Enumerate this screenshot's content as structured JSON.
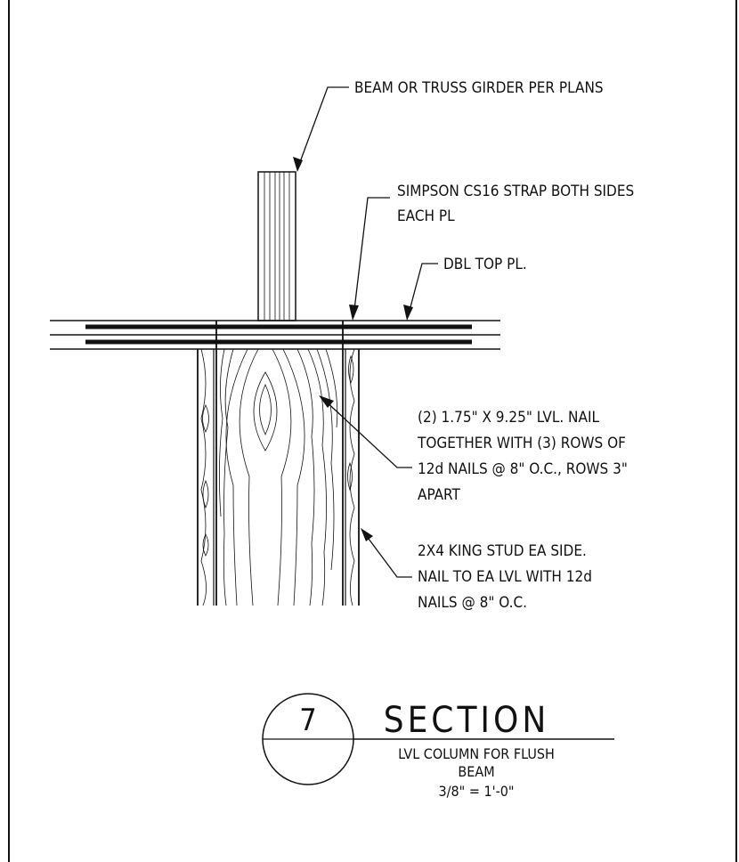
{
  "notes": {
    "beam": "BEAM OR TRUSS GIRDER PER PLANS",
    "strap_line1": "SIMPSON CS16 STRAP BOTH SIDES",
    "strap_line2": "EACH PL",
    "top_plate": "DBL TOP PL.",
    "lvl_line1": "(2) 1.75\" X 9.25\" LVL. NAIL",
    "lvl_line2": "TOGETHER WITH (3) ROWS OF",
    "lvl_line3": "12d NAILS @ 8\" O.C., ROWS 3\"",
    "lvl_line4": "APART",
    "stud_line1": "2X4 KING STUD EA SIDE.",
    "stud_line2": "NAIL TO EA LVL WITH 12d",
    "stud_line3": "NAILS @ 8\" O.C."
  },
  "title_block": {
    "detail_number": "7",
    "title": "SECTION",
    "subtitle_line1": "LVL COLUMN FOR FLUSH",
    "subtitle_line2": "BEAM",
    "scale": "3/8\" = 1'-0\""
  }
}
